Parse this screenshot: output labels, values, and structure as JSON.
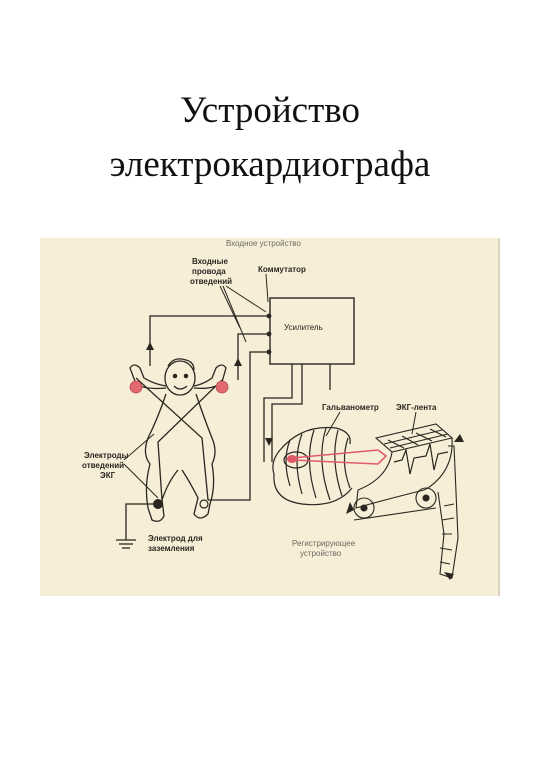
{
  "slide": {
    "title_line1": "Устройство",
    "title_line2": "электрокардиографа"
  },
  "figure": {
    "labels": {
      "input_device": "Входное устройство",
      "input_wires": [
        "Входные",
        "провода",
        "отведений"
      ],
      "commutator": "Коммутатор",
      "amplifier": "Усилитель",
      "galvanometer": "Гальванометр",
      "ecg_tape": "ЭКГ-лента",
      "electrodes": [
        "Электроды",
        "отведений",
        "ЭКГ"
      ],
      "ground_electrode": [
        "Электрод для",
        "заземления"
      ],
      "recorder": [
        "Регистрирующее",
        "устройство"
      ]
    },
    "colors": {
      "background": "#f6eed7",
      "line": "#2b2620",
      "electrode": "#e06a70",
      "beam": "#e05a6a"
    }
  }
}
